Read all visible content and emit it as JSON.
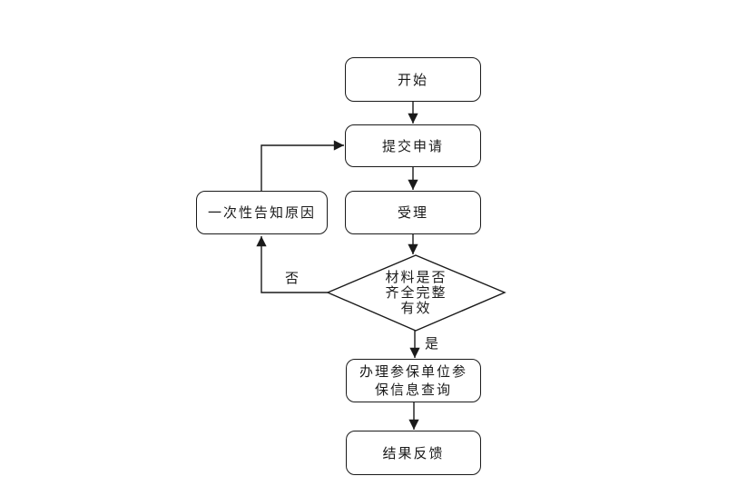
{
  "diagram": {
    "type": "flowchart",
    "background_color": "#ffffff",
    "line_color": "#1a1a1a",
    "nodes": {
      "start": {
        "shape": "rounded-rectangle",
        "label": "开始"
      },
      "submit": {
        "shape": "rounded-rectangle",
        "label": "提交申请"
      },
      "accept": {
        "shape": "rounded-rectangle",
        "label": "受理"
      },
      "decision": {
        "shape": "diamond",
        "label": "材料是否齐全完整有效",
        "lines": [
          "材料是否",
          "齐全完整",
          "有效"
        ]
      },
      "notify": {
        "shape": "rounded-rectangle",
        "label": "一次性告知原因"
      },
      "query": {
        "shape": "rounded-rectangle",
        "label": "办理参保单位参保信息查询",
        "lines": [
          "办理参保单位参",
          "保信息查询"
        ]
      },
      "feedback": {
        "shape": "rounded-rectangle",
        "label": "结果反馈"
      }
    },
    "edges": {
      "yes_label": "是",
      "no_label": "否",
      "connections": [
        {
          "from": "start",
          "to": "submit"
        },
        {
          "from": "submit",
          "to": "accept"
        },
        {
          "from": "accept",
          "to": "decision"
        },
        {
          "from": "decision",
          "to": "query",
          "label": "是"
        },
        {
          "from": "decision",
          "to": "notify",
          "label": "否"
        },
        {
          "from": "notify",
          "to": "submit"
        },
        {
          "from": "query",
          "to": "feedback"
        }
      ]
    }
  }
}
